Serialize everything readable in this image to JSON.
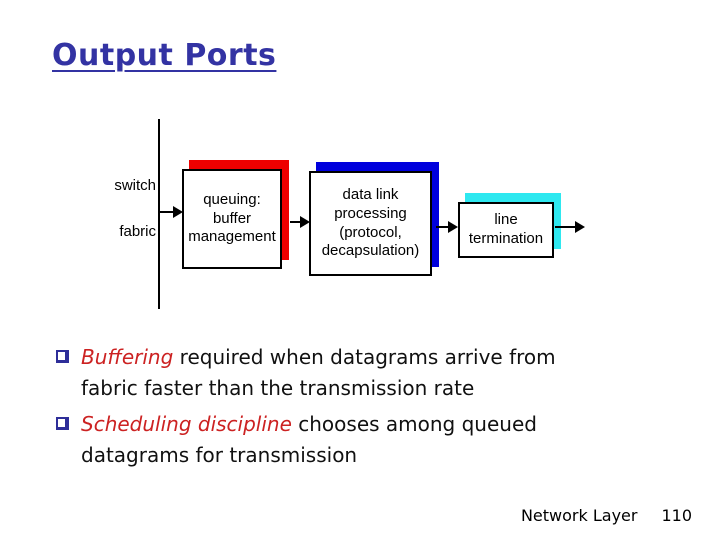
{
  "title": {
    "text": "Output Ports"
  },
  "diagram": {
    "left_label_line1": "switch",
    "left_label_line2": "fabric",
    "boxes": [
      {
        "label": "queuing:\nbuffer\nmanagement",
        "shadow_color": "#ee0000"
      },
      {
        "label": "data link\nprocessing\n(protocol,\ndecapsulation)",
        "shadow_color": "#0000dd"
      },
      {
        "label": "line\ntermination",
        "shadow_color": "#2ee8f0"
      }
    ],
    "icons": {
      "arrow": "black right-pointing flow arrow",
      "bullet": "hollow navy square"
    }
  },
  "bullets": [
    {
      "lead": "Buffering",
      "rest": " required when datagrams arrive from fabric faster than the transmission rate"
    },
    {
      "lead": "Scheduling discipline",
      "rest": " chooses among queued datagrams for transmission"
    }
  ],
  "footer": {
    "label": "Network Layer",
    "page": "110"
  },
  "colors": {
    "title": "#3333a3",
    "accent_red": "#cc2222",
    "bullet_square": "#2e2e99",
    "shadow_red": "#ee0000",
    "shadow_blue": "#0000dd",
    "shadow_cyan": "#2ee8f0"
  }
}
